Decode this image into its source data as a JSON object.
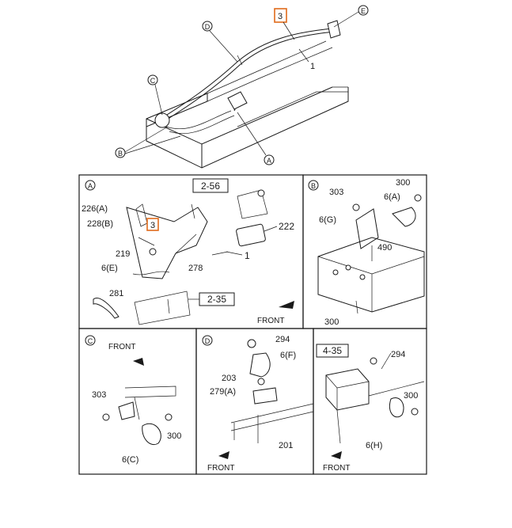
{
  "overview": {
    "callouts": {
      "d": "D",
      "e": "E",
      "c": "C",
      "b": "B",
      "a": "A"
    },
    "ref_3": "3",
    "ref_1": "1"
  },
  "panel_a": {
    "tag": "A",
    "labels": {
      "p2_56": "2-56",
      "p226a": "226(A)",
      "p228b": "228(B)",
      "p3": "3",
      "p219": "219",
      "p6e": "6(E)",
      "p281": "281",
      "p222": "222",
      "p1": "1",
      "p278": "278",
      "p2_35": "2-35",
      "front": "FRONT"
    }
  },
  "panel_b": {
    "tag": "B",
    "labels": {
      "p303": "303",
      "p300a": "300",
      "p6a": "6(A)",
      "p6g": "6(G)",
      "p490": "490",
      "p300b": "300"
    }
  },
  "panel_c": {
    "tag": "C",
    "labels": {
      "front": "FRONT",
      "p303": "303",
      "p300": "300",
      "p6c": "6(C)"
    }
  },
  "panel_d": {
    "tag": "D",
    "labels": {
      "p294": "294",
      "p6f": "6(F)",
      "p203": "203",
      "p279a": "279(A)",
      "p201": "201",
      "front": "FRONT"
    }
  },
  "panel_e": {
    "labels": {
      "p4_35": "4-35",
      "p294": "294",
      "p300": "300",
      "p6h": "6(H)",
      "front": "FRONT"
    }
  },
  "colors": {
    "ink": "#1a1a1a",
    "highlight": "#e06a1b",
    "background": "#ffffff"
  }
}
